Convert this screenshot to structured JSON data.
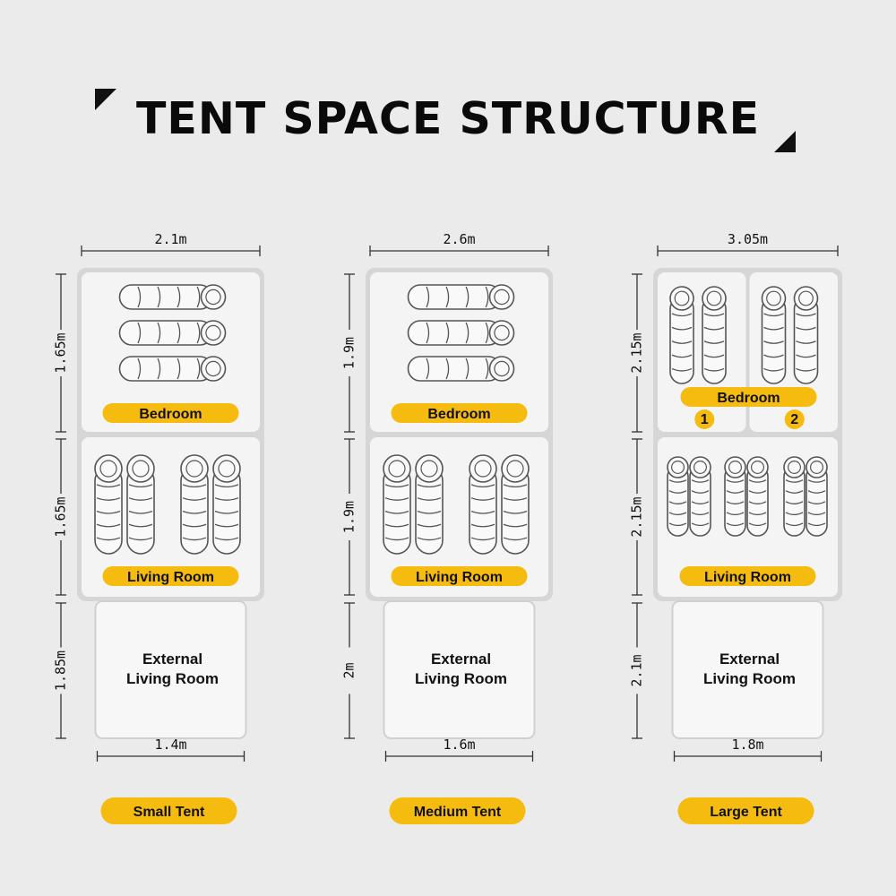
{
  "title": "TENT SPACE STRUCTURE",
  "colors": {
    "accent": "#f5bc0f",
    "frame": "#d6d6d6",
    "panel": "#f4f4f4",
    "line": "#333333"
  },
  "room_labels": {
    "bedroom": "Bedroom",
    "living": "Living Room",
    "external": "External\nLiving Room"
  },
  "tents": [
    {
      "name": "Small Tent",
      "width": "2.1m",
      "external_width": "1.4m",
      "heights": {
        "bedroom": "1.65m",
        "living": "1.65m",
        "external": "1.85m"
      },
      "bedroom_bags": 3,
      "living_bags": 4
    },
    {
      "name": "Medium Tent",
      "width": "2.6m",
      "external_width": "1.6m",
      "heights": {
        "bedroom": "1.9m",
        "living": "1.9m",
        "external": "2m"
      },
      "bedroom_bags": 3,
      "living_bags": 4
    },
    {
      "name": "Large Tent",
      "width": "3.05m",
      "external_width": "1.8m",
      "heights": {
        "bedroom": "2.15m",
        "living": "2.15m",
        "external": "2.1m"
      },
      "bedroom_numbers": [
        "1",
        "2"
      ],
      "bedroom_bags": 4,
      "living_bags": 6
    }
  ]
}
